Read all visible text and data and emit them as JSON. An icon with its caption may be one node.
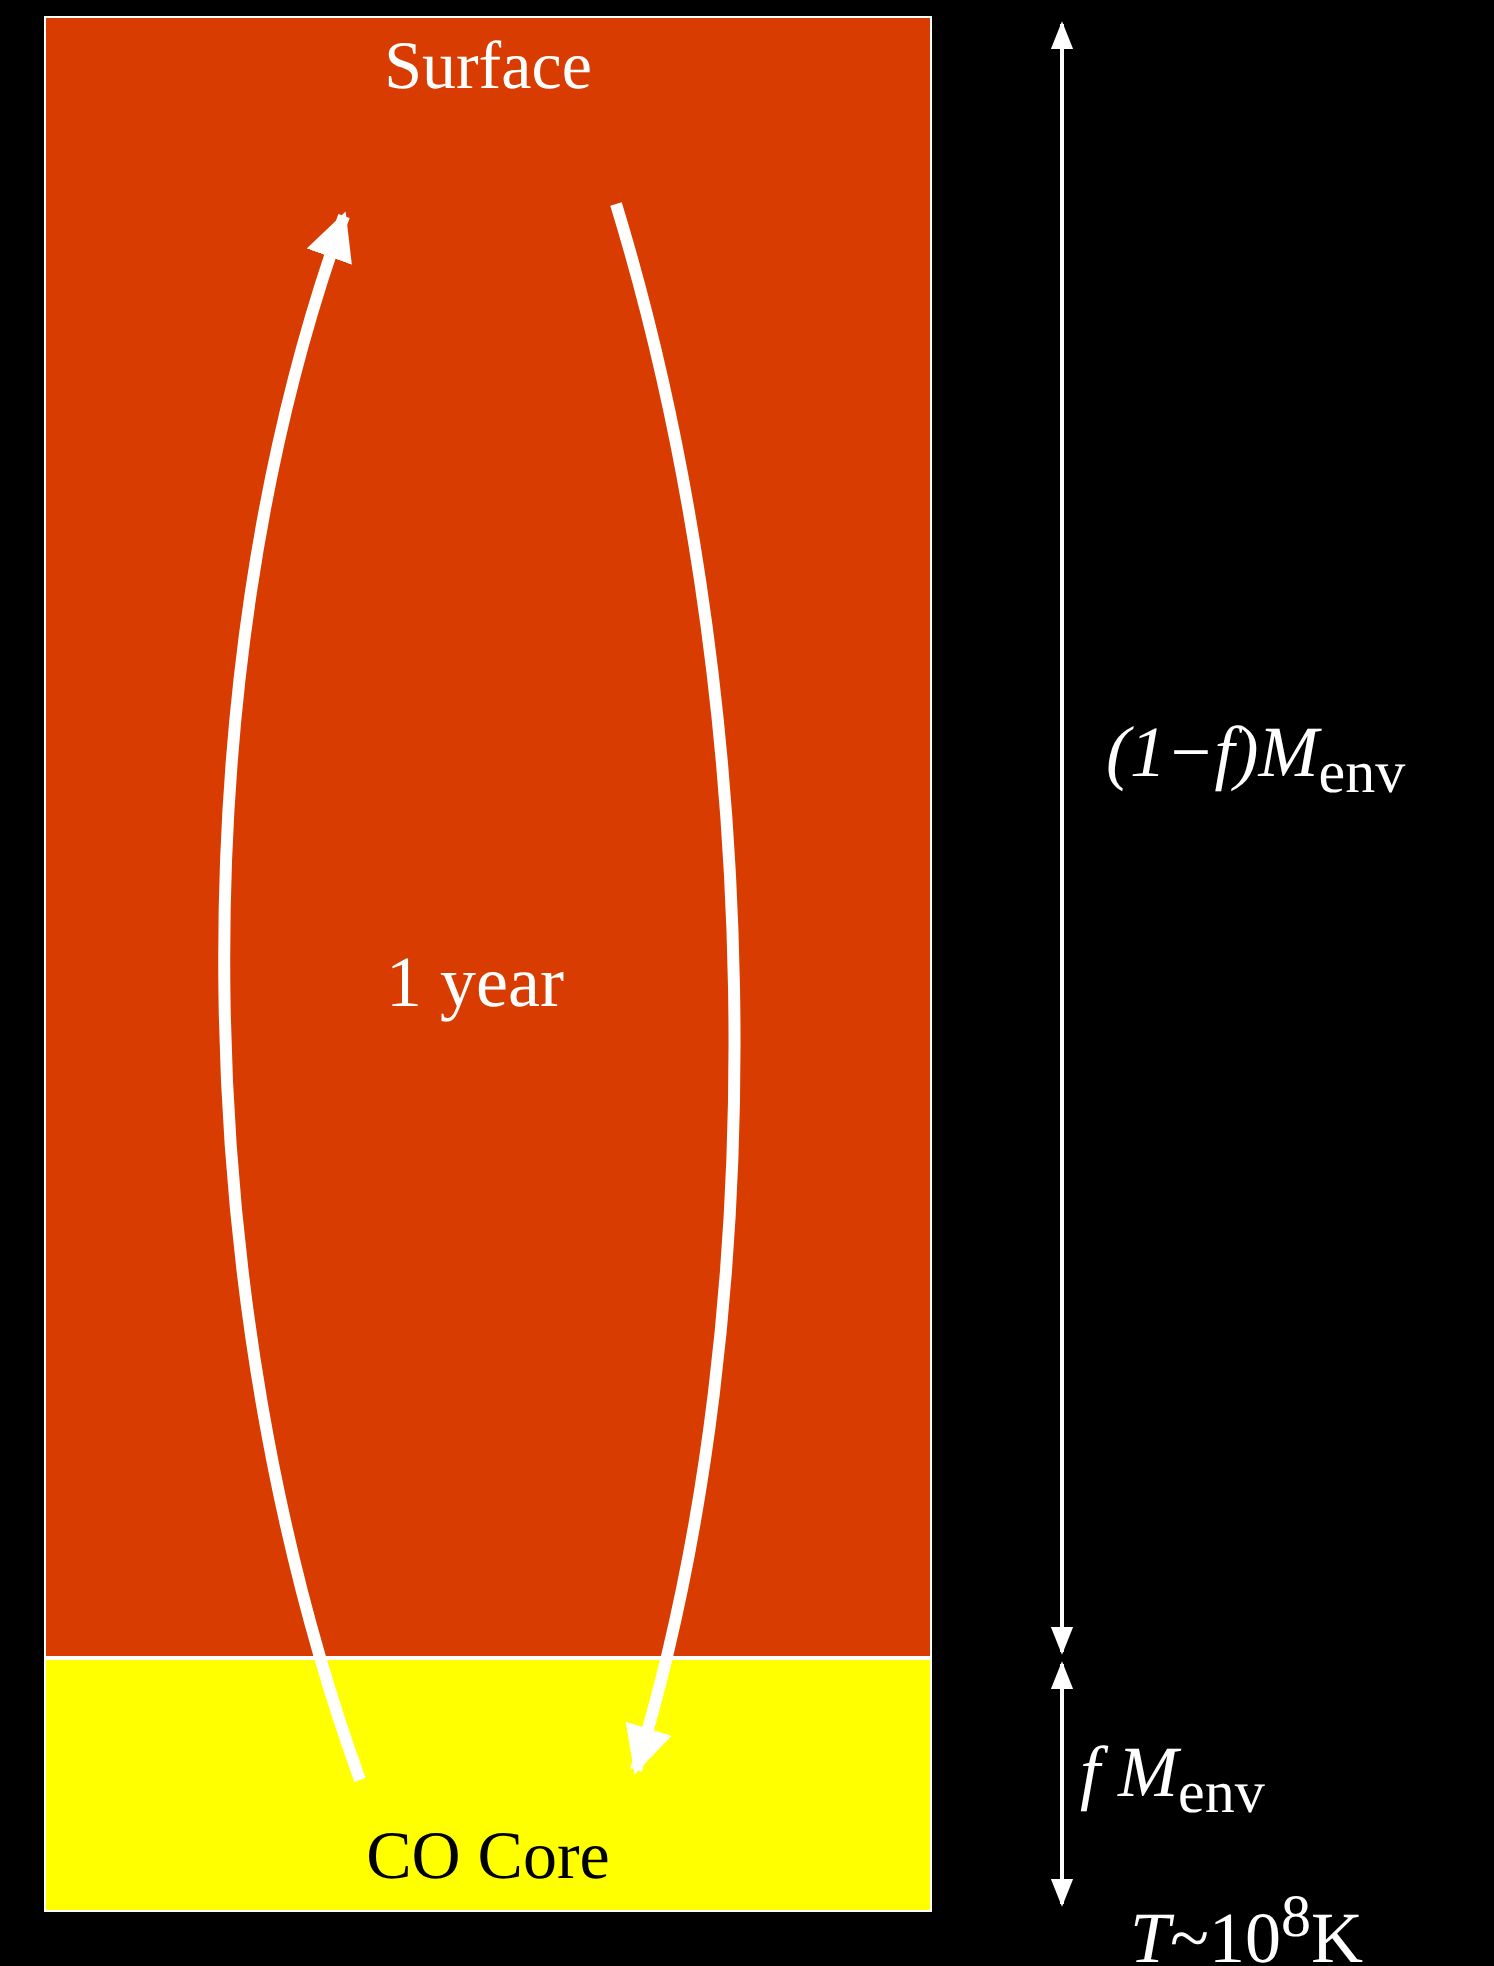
{
  "diagram": {
    "nodes": [
      {
        "text": [
          "Surface"
        ]
      },
      {
        "text": [
          "CO Core"
        ]
      }
    ],
    "edges": [
      {
        "from": 1,
        "to": 0,
        "arrow": "to"
      },
      {
        "from": 0,
        "to": 1,
        "arrow": "to"
      }
    ],
    "labels": [
      "1 year",
      "*(1−f)M*$_{env}$",
      "*f M*$_{env}$",
      "*T*~10$^{8}$K"
    ]
  }
}
